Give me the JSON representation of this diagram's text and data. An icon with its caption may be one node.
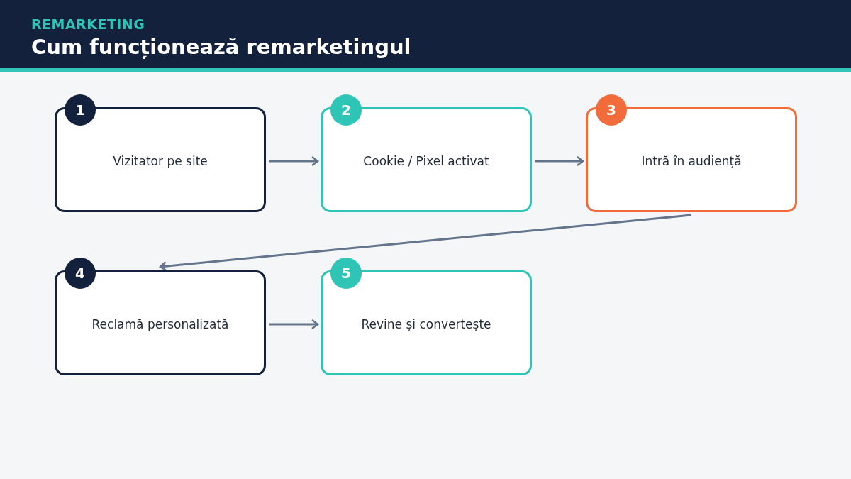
{
  "diagram": {
    "title": "Cum funcționează remarketingul",
    "nodes": [
      {
        "text": [
          "1",
          "Vizitator pe site"
        ]
      },
      {
        "text": [
          "2",
          "Cookie / Pixel activat"
        ]
      },
      {
        "text": [
          "3",
          "Intră în audiență"
        ]
      },
      {
        "text": [
          "4",
          "Reclamă personalizată"
        ]
      },
      {
        "text": [
          "5",
          "Revine și convertește"
        ]
      }
    ],
    "edges": [
      {
        "from": 0,
        "to": 1,
        "arrow": "to"
      },
      {
        "from": 1,
        "to": 2,
        "arrow": "to"
      },
      {
        "from": 2,
        "to": 3,
        "arrow": "to"
      },
      {
        "from": 3,
        "to": 4,
        "arrow": "to"
      }
    ],
    "labels": [
      "REMARKETING"
    ]
  }
}
